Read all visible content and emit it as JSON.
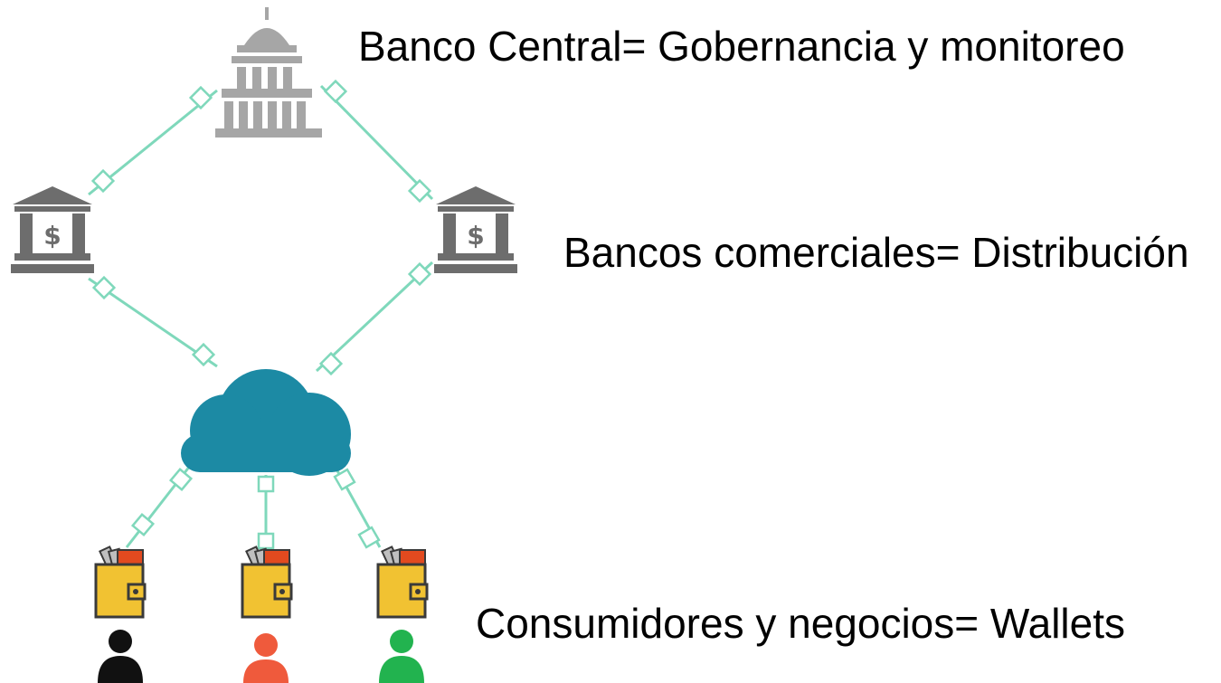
{
  "labels": {
    "central_bank": "Banco Central= Gobernancia y monitoreo",
    "commercial_banks": "Bancos comerciales= Distribución",
    "consumers": "Consumidores y negocios= Wallets"
  },
  "icons": {
    "central_bank": "capitol-building-icon",
    "commercial_bank": "bank-dollar-icon",
    "network": "cloud-icon",
    "wallet": "wallet-icon",
    "user": "user-icon"
  },
  "colors": {
    "connector": "#7fd8bb",
    "central_bank": "#a6a6a6",
    "commercial_bank": "#6d6d6d",
    "cloud": "#1c8aa4",
    "wallet_body": "#f1c232",
    "wallet_outline": "#3a3a3a",
    "wallet_flap": "#e24a1f",
    "user_1": "#111111",
    "user_2": "#ef5a3c",
    "user_3": "#22b34f"
  }
}
